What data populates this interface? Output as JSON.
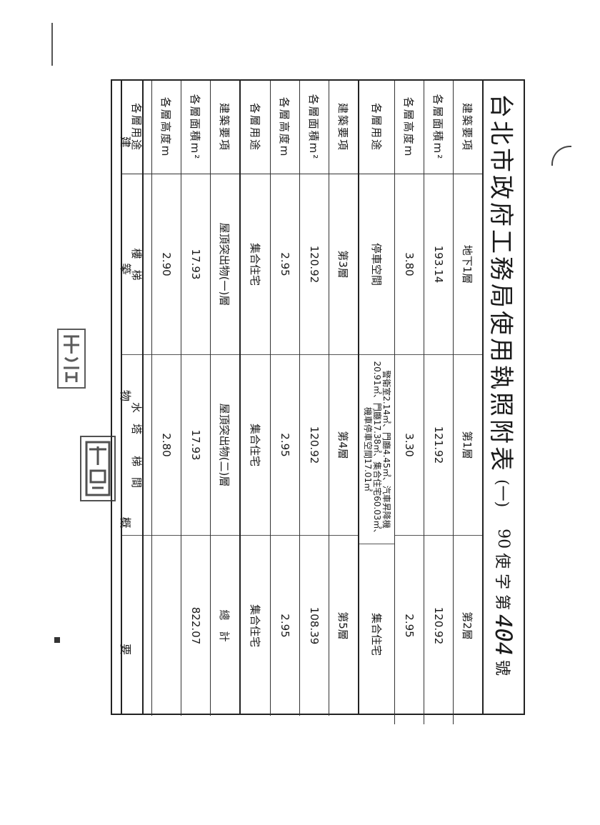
{
  "title": {
    "main": "台北市政府工務局使用執照附表",
    "sub": "(一)",
    "year": "90",
    "permit_prefix": "使 字 第",
    "number": "404",
    "suffix": "號"
  },
  "section_label": [
    "建",
    "築",
    "物",
    "概",
    "要"
  ],
  "blocks": [
    {
      "rows": [
        {
          "header": "建築要項",
          "cells": [
            "地下1層",
            "第1層",
            "第2層"
          ]
        },
        {
          "header": "各層面積m²",
          "cells": [
            "193.14",
            "121.92",
            "120.92"
          ]
        },
        {
          "header": "各層高度m",
          "cells": [
            "3.80",
            "3.30",
            "2.95"
          ]
        },
        {
          "header": "各層用途",
          "cells": [
            "停車空間",
            "警衛室2.14㎡、門廳4.45㎡、汽車昇降機20.91㎡、門廳17.38㎡、集合住宅60.03㎡、機車停車空間17.01㎡",
            "集合住宅"
          ]
        }
      ]
    },
    {
      "rows": [
        {
          "header": "建築要項",
          "cells": [
            "第3層",
            "第4層",
            "第5層"
          ]
        },
        {
          "header": "各層面積m²",
          "cells": [
            "120.92",
            "120.92",
            "108.39"
          ]
        },
        {
          "header": "各層高度m",
          "cells": [
            "2.95",
            "2.95",
            "2.95"
          ]
        },
        {
          "header": "各層用途",
          "cells": [
            "集合住宅",
            "集合住宅",
            "集合住宅"
          ]
        }
      ]
    },
    {
      "rows": [
        {
          "header": "建築要項",
          "cells": [
            "屋頂突出物(一)層",
            "屋頂突出物(二)層",
            "總　計"
          ]
        },
        {
          "header": "各層面積m²",
          "cells": [
            "17.93",
            "17.93",
            "822.07"
          ]
        },
        {
          "header": "各層高度m",
          "cells": [
            "2.90",
            "2.80",
            ""
          ]
        },
        {
          "header": "各層用途",
          "cells": [
            "樓　梯",
            "水　塔　　梯　間",
            ""
          ]
        }
      ]
    }
  ]
}
